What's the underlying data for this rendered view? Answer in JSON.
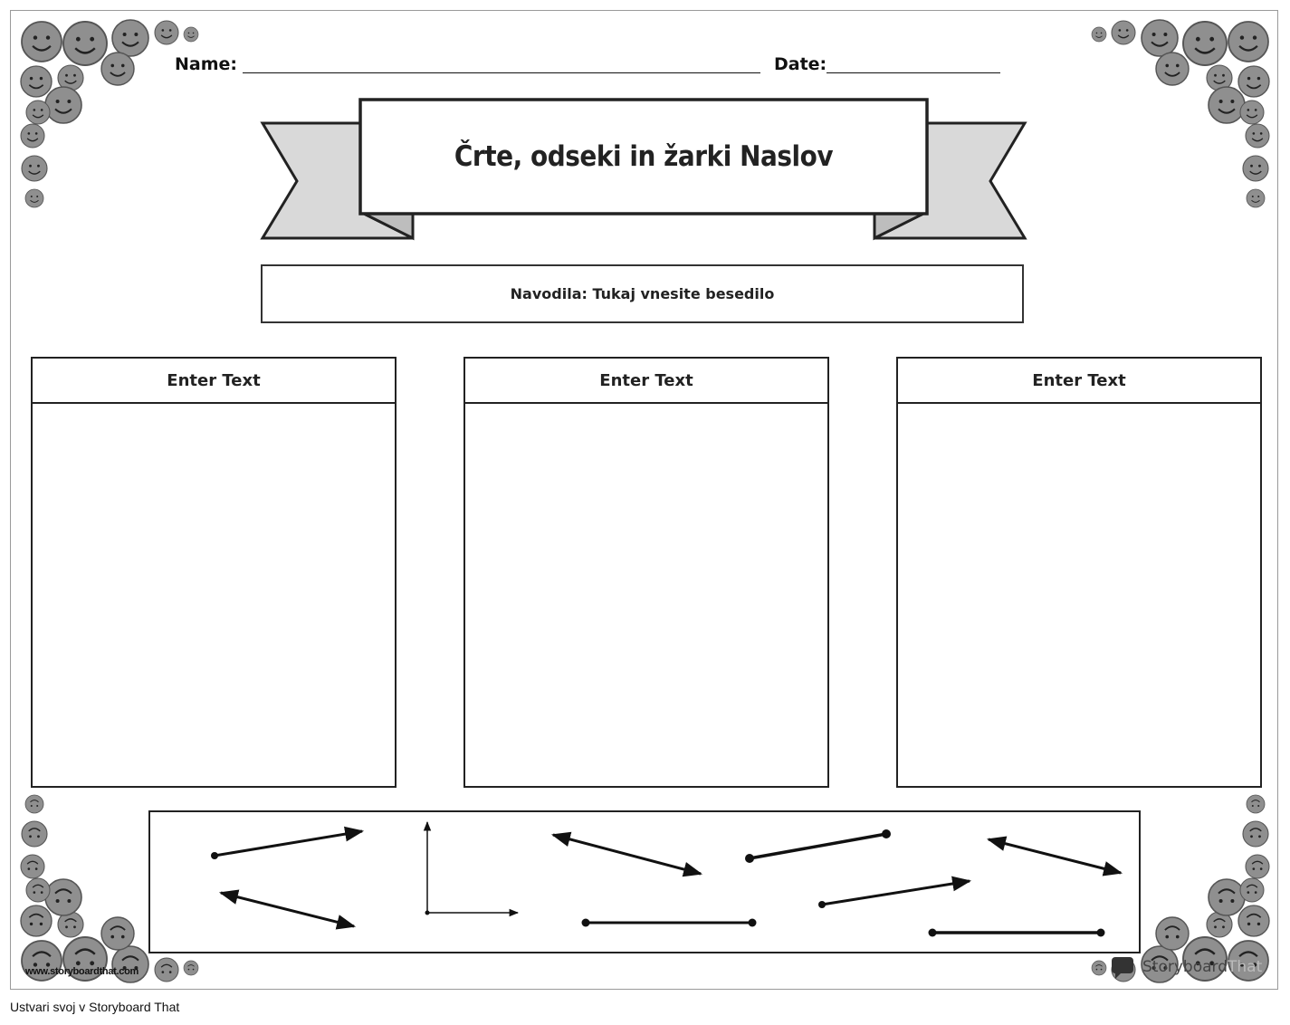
{
  "worksheet": {
    "name_label": "Name:",
    "date_label": "Date:",
    "title": "Črte, odseki in žarki Naslov",
    "instructions": "Navodila: Tukaj vnesite besedilo",
    "columns": [
      {
        "heading": "Enter Text"
      },
      {
        "heading": "Enter Text"
      },
      {
        "heading": "Enter Text"
      }
    ],
    "website": "www.storyboardthat.com",
    "brand": "Storyboard",
    "brand_suffix": "That"
  },
  "footer": {
    "text": "Ustvari svoj v Storyboard That"
  },
  "icons": {
    "emoji_decoration": "emoji-face-icon",
    "ray": "ray-icon",
    "line": "line-icon",
    "segment": "segment-icon",
    "angle": "angle-icon"
  },
  "colors": {
    "ribbon_fill": "#d9d9d9",
    "emoji_fill": "#8a8a8a",
    "border": "#222222"
  }
}
